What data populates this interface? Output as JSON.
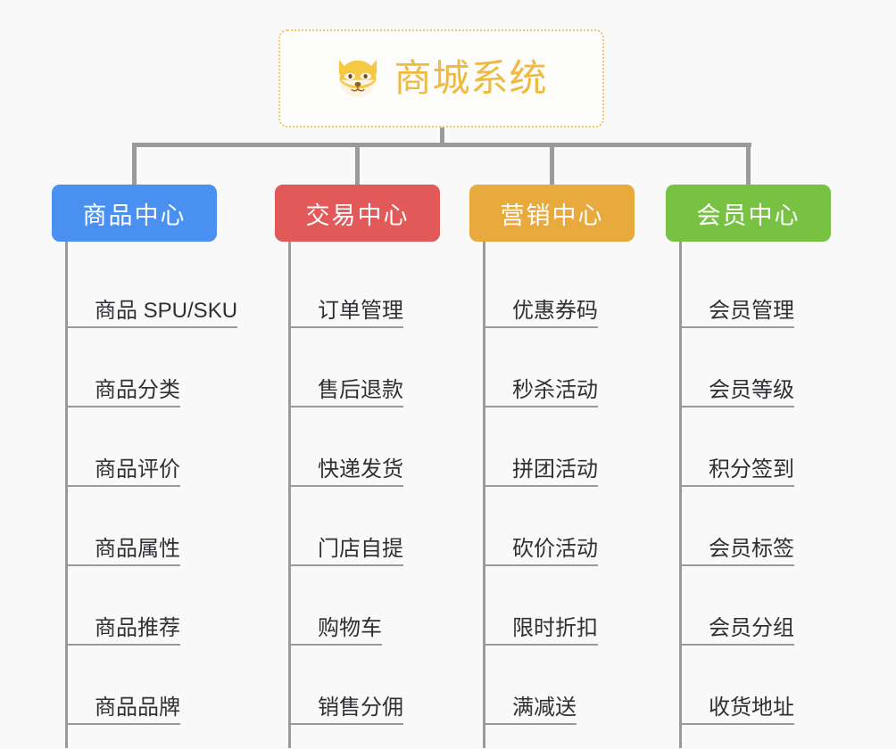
{
  "page": {
    "background": "#f9f9f9",
    "type": "mindmap"
  },
  "root": {
    "title": "商城系统",
    "icon": "shiba-dog-face-icon",
    "border_color": "#f0c667",
    "text_color": "#f0b93f"
  },
  "branches": [
    {
      "label": "商品中心",
      "color": "#4a90f0",
      "items": [
        "商品 SPU/SKU",
        "商品分类",
        "商品评价",
        "商品属性",
        "商品推荐",
        "商品品牌"
      ]
    },
    {
      "label": "交易中心",
      "color": "#e2595a",
      "items": [
        "订单管理",
        "售后退款",
        "快递发货",
        "门店自提",
        "购物车",
        "销售分佣"
      ]
    },
    {
      "label": "营销中心",
      "color": "#e8aa3c",
      "items": [
        "优惠券码",
        "秒杀活动",
        "拼团活动",
        "砍价活动",
        "限时折扣",
        "满减送"
      ]
    },
    {
      "label": "会员中心",
      "color": "#77c243",
      "items": [
        "会员管理",
        "会员等级",
        "积分签到",
        "会员标签",
        "会员分组",
        "收货地址"
      ]
    }
  ],
  "connector_color": "#9a9a9a",
  "leaf_text_color": "#2f3033"
}
